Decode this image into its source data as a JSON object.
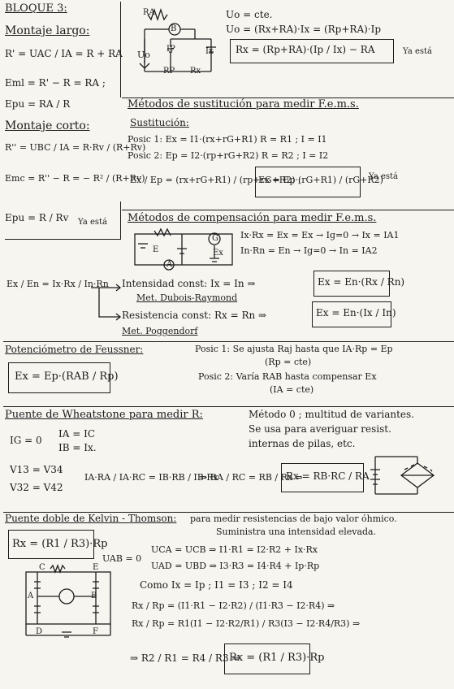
{
  "left_column": {
    "title": "BLOQUE 3:",
    "montaje_largo": {
      "heading": "Montaje largo:",
      "r_prime": "R' = UAC / IA = R + RA",
      "eml": "Eml = R' − R = RA ;",
      "epu": "Epu = RA / R"
    },
    "montaje_corto": {
      "heading": "Montaje corto:",
      "r_double_prime": "R'' = UBC / IA = R·Rv / (R+Rv)",
      "emc": "Emc = R'' − R = − R² / (R+Rv)",
      "epu": "Epu = R / Rv",
      "note": "Ya está"
    }
  },
  "top_circuit": {
    "label_ra": "RA",
    "label_b": "B",
    "label_uo": "Uo",
    "label_ip": "IP",
    "label_ix": "Ix",
    "label_rp": "RP",
    "label_rx": "Rx",
    "eq1": "Uo = cte.",
    "eq2": "Uo = (Rx+RA)·Ix = (Rp+RA)·Ip",
    "result": "Rx = (Rp+RA)·(Ip / Ix) − RA",
    "note": "Ya está"
  },
  "sustitucion": {
    "heading": "Métodos de sustitución para medir F.e.m.s.",
    "sub": "Sustitución:",
    "posic1": "Posic 1: Ex = I1·(rx+rG+R1)   R = R1 ; I = I1",
    "posic2": "Posic 2: Ep = I2·(rp+rG+R2)   R = R2 ; I = I2",
    "ratio": "Ex / Ep = (rx+rG+R1) / (rp+rG+R2) ;",
    "result": "Ex = Ep·(rG+R1) / (rG+R2)",
    "note": "Ya está"
  },
  "compensacion": {
    "heading": "Métodos de compensación para medir F.e.m.s.",
    "eq1": "Ix·Rx = Ex = Ex → Ig=0 → Ix = IA1",
    "eq2": "In·Rn = En → Ig=0 → In = IA2",
    "label_e": "E",
    "label_g": "G",
    "label_a": "A",
    "label_ex": "Ex",
    "ratio": "Ex / En = Ix·Rx / In·Rn",
    "intensidad": "Intensidad const: Ix = In ⇒",
    "intensidad_result": "Ex = En·(Rx / Rn)",
    "met1": "Met. Dubois-Raymond",
    "resistencia": "Resistencia const: Rx = Rn ⇒",
    "resistencia_result": "Ex = En·(Ix / In)",
    "met2": "Met. Poggendorf"
  },
  "feussner": {
    "heading": "Potenciómetro de Feussner:",
    "posic1": "Posic 1: Se ajusta Raj hasta que IA·Rp = Ep",
    "posic1b": "(Rp = cte)",
    "posic2": "Posic 2: Varía RAB hasta compensar Ex",
    "posic2b": "(IA = cte)",
    "result": "Ex = Ep·(RAB / Rp)"
  },
  "wheatstone": {
    "heading": "Puente de Wheatstone para medir R:",
    "metodo1": "Método 0 ; multitud de variantes.",
    "metodo2": "Se usa para averiguar resist.",
    "metodo3": "internas de pilas, etc.",
    "ig": "IG = 0",
    "ia": "IA = IC",
    "ib": "IB = Ix.",
    "v1": "V13 = V34",
    "v2": "V32 = V42",
    "ratio1": "IA·RA / IA·RC = IB·RB / IB·Rx",
    "ratio2": "⇒ RA / RC = RB / Rx ⇒",
    "result": "Rx = RB·RC / RA"
  },
  "kelvin": {
    "heading": "Puente doble de Kelvin - Thomson:",
    "desc1": "para medir resistencias de bajo valor óhmico.",
    "desc2": "Suministra una intensidad elevada.",
    "result_box": "Rx = (R1 / R3)·Rp",
    "uab": "UAB = 0",
    "eq1": "UCA = UCB ⇒ I1·R1 = I2·R2 + Ix·Rx",
    "eq2": "UAD = UBD ⇒ I3·R3 = I4·R4 + Ip·Rp",
    "como": "Como Ix = Ip ; I1 = I3 ; I2 = I4",
    "ratio1": "Rx / Rp = (I1·R1 − I2·R2) / (I1·R3 − I2·R4) ⇒",
    "ratio2": "Rx / Rp = R1(I1 − I2·R2/R1) / R3(I3 − I2·R4/R3) ⇒",
    "cond": "⇒ R2 / R1 = R4 / R3 ⇒",
    "final": "Rx = (R1 / R3)·Rp",
    "label_c": "C",
    "label_e": "E",
    "label_a": "A",
    "label_b": "B",
    "label_d": "D",
    "label_f": "F"
  }
}
